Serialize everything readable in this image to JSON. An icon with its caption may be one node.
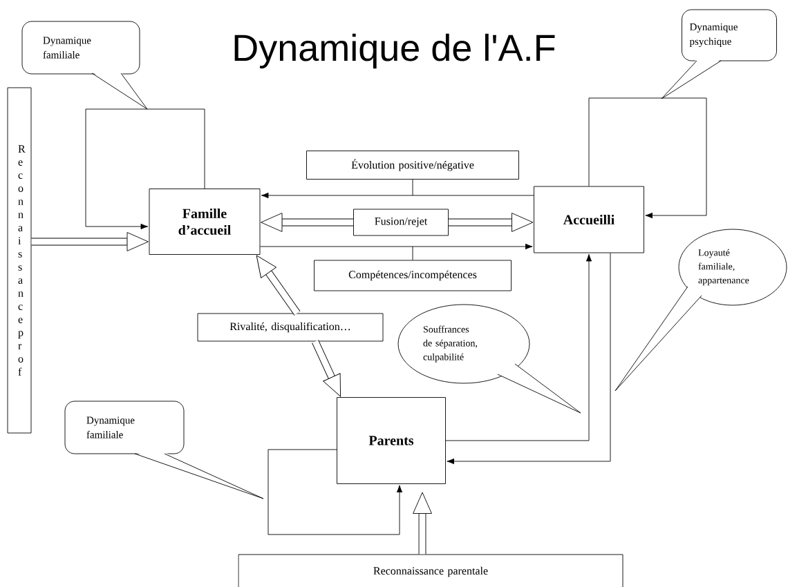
{
  "diagram": {
    "title": "Dynamique de l'A.F",
    "nodes": [
      {
        "text": [
          "Famille d’accueil"
        ]
      },
      {
        "text": [
          "Accueilli"
        ]
      },
      {
        "text": [
          "Parents"
        ]
      },
      {
        "text": [
          "Évolution positive/négative"
        ]
      },
      {
        "text": [
          "Fusion/rejet"
        ]
      },
      {
        "text": [
          "Compétences/incompétences"
        ]
      },
      {
        "text": [
          "Rivalité, disqualification…"
        ]
      },
      {
        "text": [
          "Reconnaissance prof"
        ]
      },
      {
        "text": [
          "Reconnaissance parentale"
        ]
      },
      {
        "text": [
          "Dynamique familiale"
        ]
      },
      {
        "text": [
          "Dynamique psychique"
        ]
      },
      {
        "text": [
          "Loyauté familiale, appartenance"
        ]
      },
      {
        "text": [
          "Souffrances de séparation, culpabilité"
        ]
      },
      {
        "text": [
          "Dynamique familiale"
        ]
      }
    ],
    "edges": [
      {
        "from": 0,
        "to": 0,
        "arrow": "to"
      },
      {
        "from": 1,
        "to": 1,
        "arrow": "to"
      },
      {
        "from": 1,
        "to": 0,
        "arrow": "to"
      },
      {
        "from": 0,
        "to": 1,
        "arrow": "to"
      },
      {
        "from": 3,
        "to": null,
        "arrow": "none"
      },
      {
        "from": 5,
        "to": null,
        "arrow": "none"
      },
      {
        "from": 4,
        "to": 0,
        "arrow": "to",
        "style": "thick"
      },
      {
        "from": 4,
        "to": 1,
        "arrow": "to",
        "style": "thick"
      },
      {
        "from": 6,
        "to": 0,
        "arrow": "to",
        "style": "thick"
      },
      {
        "from": 7,
        "to": 0,
        "arrow": "to",
        "style": "thick"
      },
      {
        "from": 8,
        "to": 2,
        "arrow": "to",
        "style": "thick"
      },
      {
        "from": 2,
        "to": 2,
        "arrow": "to"
      },
      {
        "from": 2,
        "to": 1,
        "arrow": "to"
      },
      {
        "from": 1,
        "to": 2,
        "arrow": "to"
      },
      {
        "from": 6,
        "to": 2,
        "arrow": "to",
        "style": "thick"
      }
    ]
  }
}
